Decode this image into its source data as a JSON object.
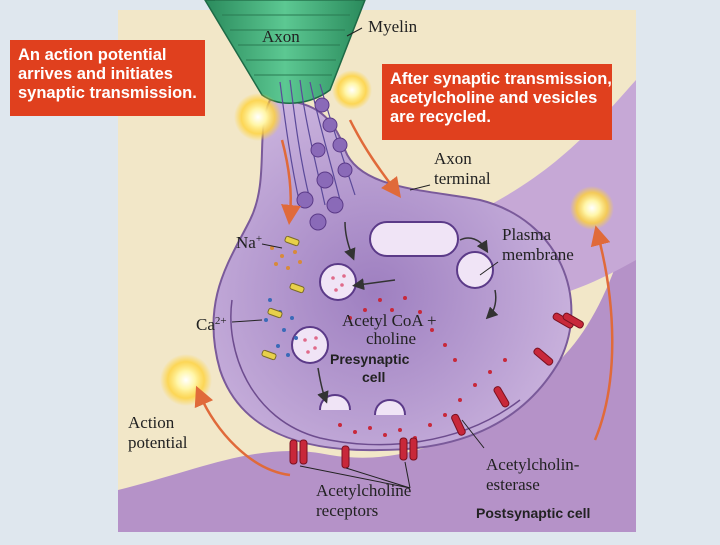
{
  "callouts": {
    "left": [
      "An action potential",
      "arrives and initiates",
      "synaptic transmission."
    ],
    "right": [
      "After synaptic transmission,",
      "acetylcholine and vesicles",
      "are recycled."
    ]
  },
  "labels": {
    "axon": "Axon",
    "myelin": "Myelin",
    "axon_terminal": [
      "Axon",
      "terminal"
    ],
    "na": "Na",
    "na_sup": "+",
    "ca": "Ca",
    "ca_sup": "2+",
    "plasma_membrane": [
      "Plasma",
      "membrane"
    ],
    "acetyl_coa": [
      "Acetyl  CoA +",
      "choline"
    ],
    "presynaptic": [
      "Presynaptic",
      "cell"
    ],
    "action_potential": [
      "Action",
      "potential"
    ],
    "acetylcholinesterase": [
      "Acetylcholin-",
      "esterase"
    ],
    "ach_receptors": [
      "Acetylcholine",
      "receptors"
    ],
    "postsynaptic": "Postsynaptic cell"
  },
  "colors": {
    "callout_bg": "#e0401e",
    "myelin": "#3aa874",
    "background": "#f2e7c8",
    "postsynaptic": "#b592c8",
    "terminal": "#c5acd8",
    "arrow": "#e06a3a",
    "receptor": "#c8283a"
  }
}
